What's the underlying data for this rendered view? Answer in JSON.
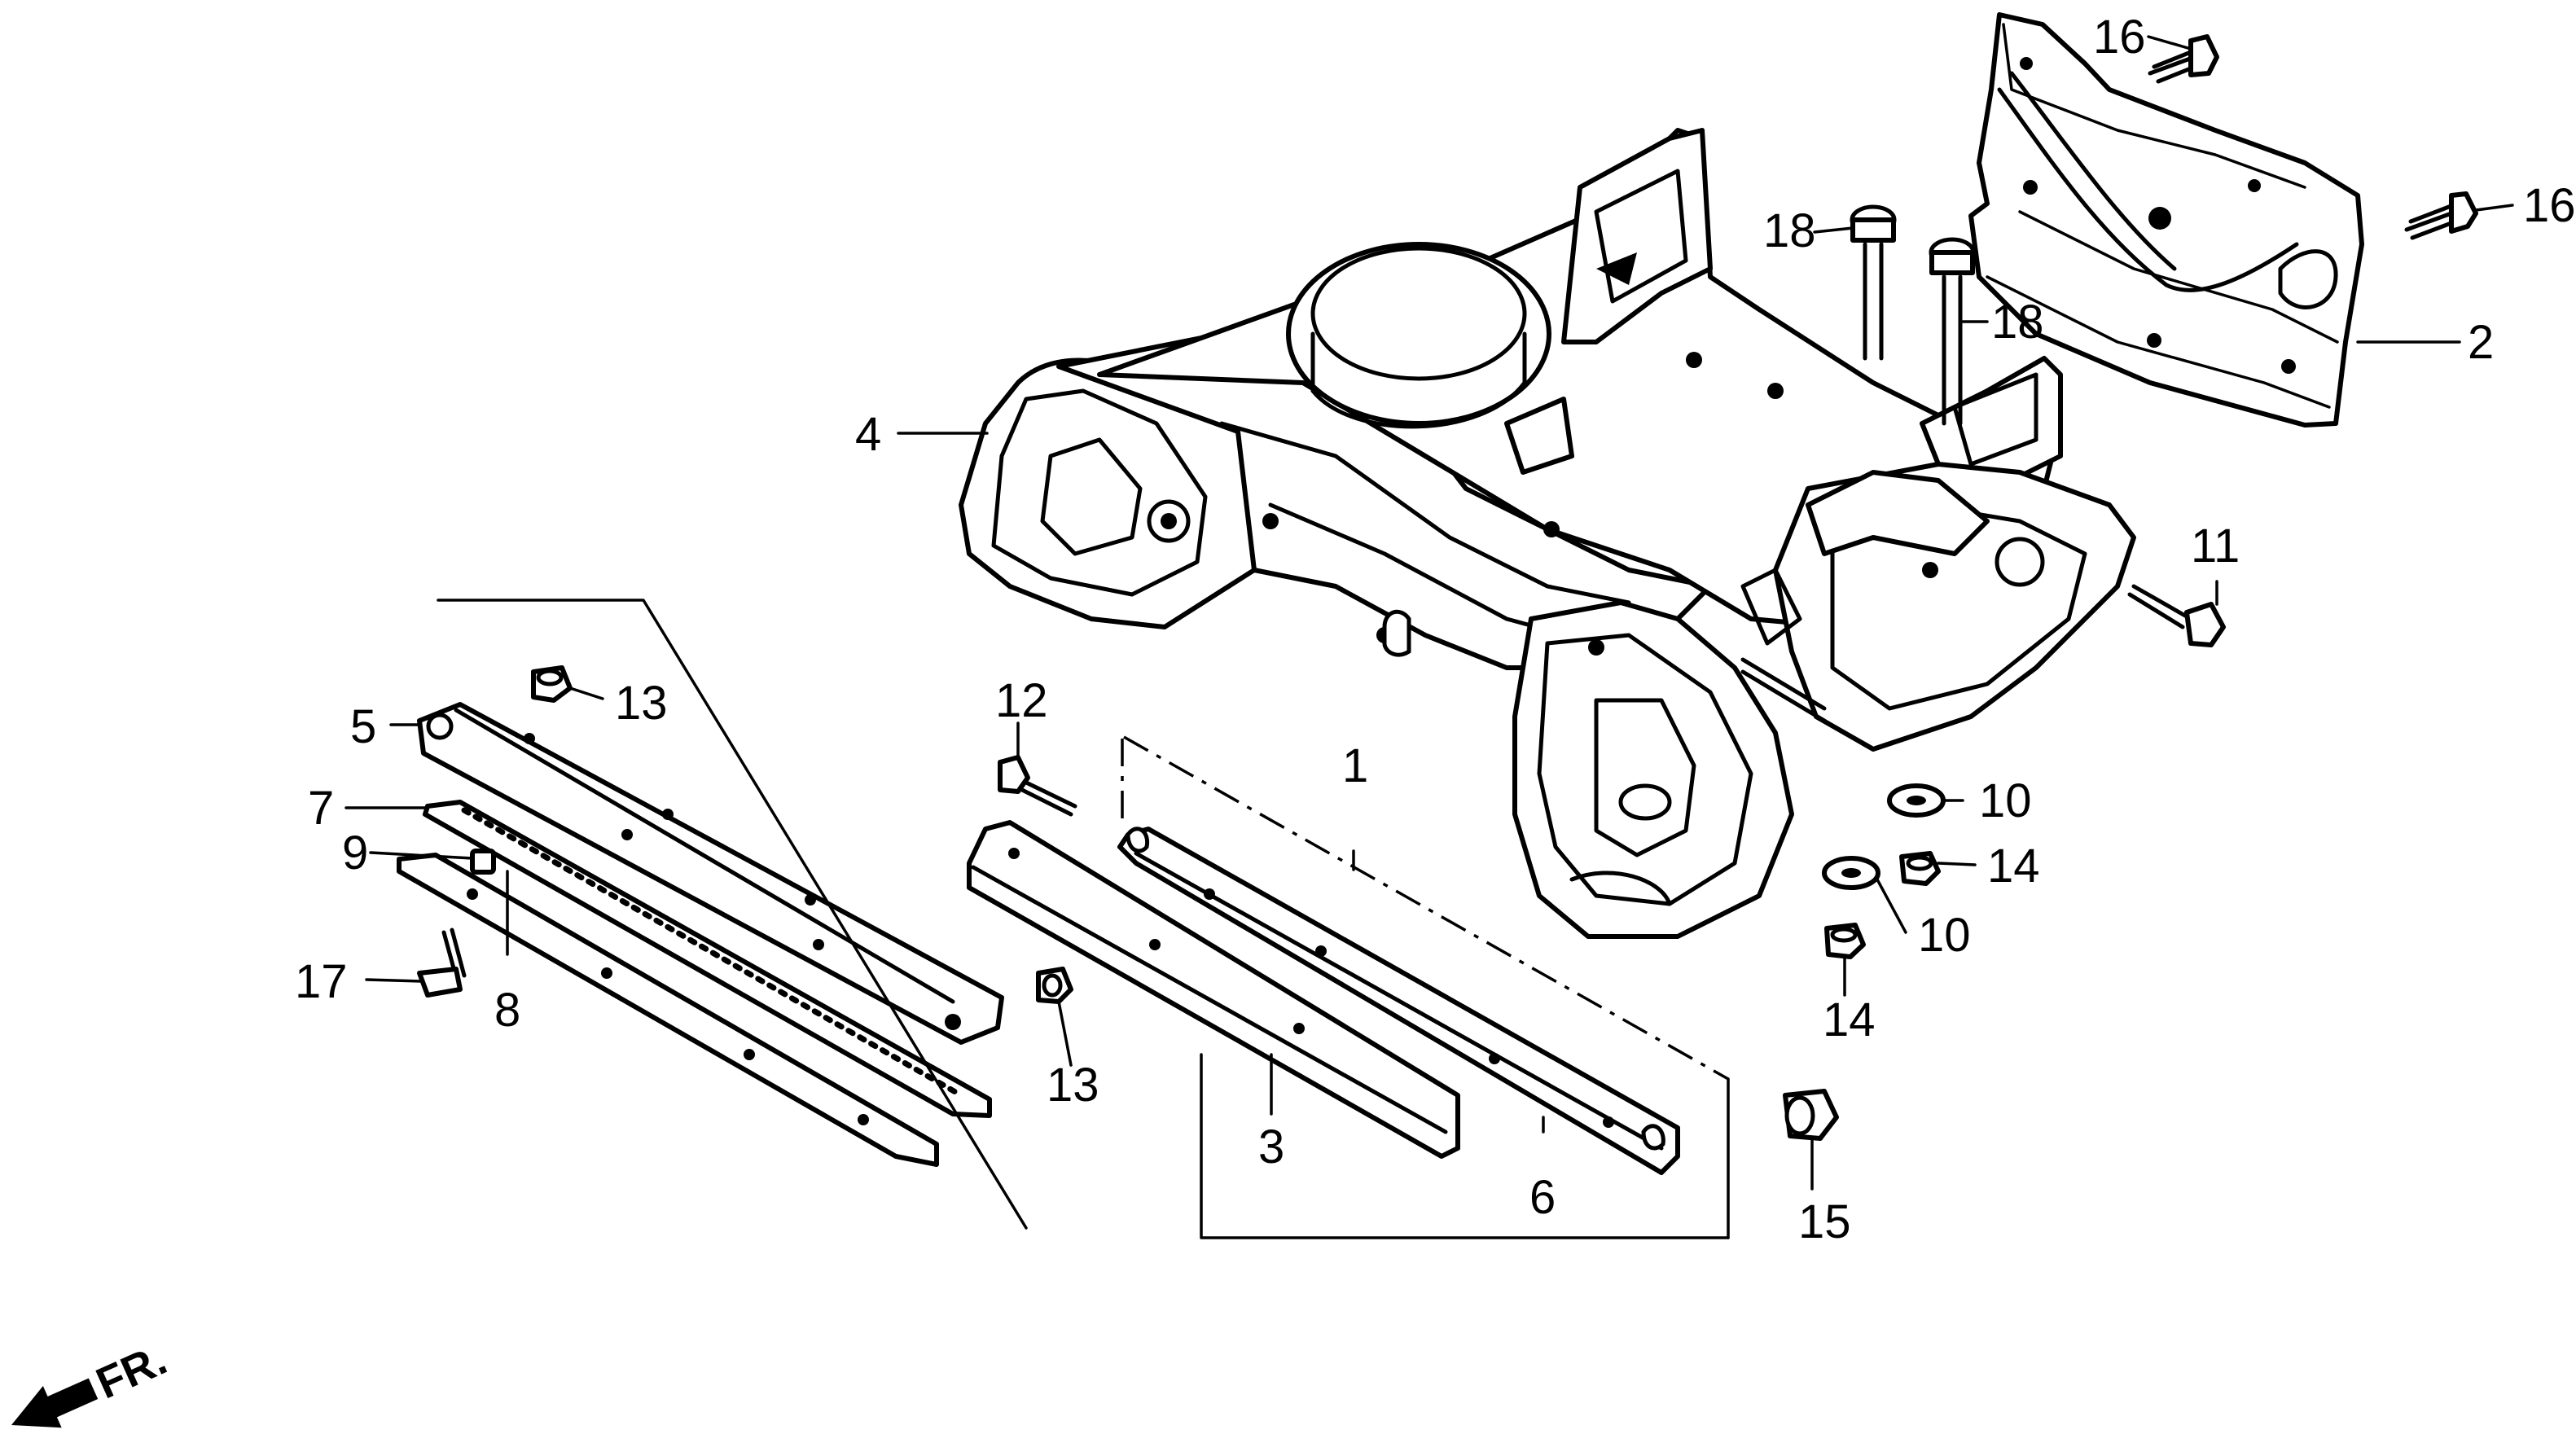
{
  "callouts": {
    "c1": "1",
    "c2": "2",
    "c3": "3",
    "c4": "4",
    "c5": "5",
    "c6": "6",
    "c7": "7",
    "c8": "8",
    "c9": "9",
    "c10a": "10",
    "c10b": "10",
    "c11": "11",
    "c12": "12",
    "c13a": "13",
    "c13b": "13",
    "c14a": "14",
    "c14b": "14",
    "c15": "15",
    "c16a": "16",
    "c16b": "16",
    "c17": "17",
    "c18a": "18",
    "c18b": "18"
  },
  "direction": {
    "label": "FR."
  }
}
